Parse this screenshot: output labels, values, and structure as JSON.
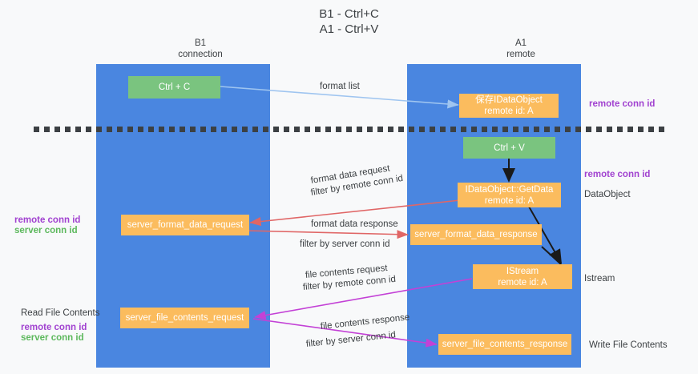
{
  "title": "B1 - Ctrl+C\nA1 - Ctrl+V",
  "columns": [
    {
      "name": "b1",
      "heading": "B1\nconnection"
    },
    {
      "name": "a1",
      "heading": "A1\nremote"
    }
  ],
  "colors": {
    "lane": "#4a86e0",
    "node_orange": "#fbbc5e",
    "node_green": "#7ac47f",
    "remote_conn_id": "#a142d0",
    "server_conn_id": "#5cb85c",
    "arrow_format_list": "#9fc5f0",
    "arrow_format_data": "#e06666",
    "arrow_file_contents": "#c341d6",
    "arrow_black": "#1a1a1a",
    "divider": "#3c4043",
    "background": "#f8f9fa"
  },
  "nodes": {
    "ctrl_c": "Ctrl + C",
    "ctrl_v": "Ctrl + V",
    "save_idataobject": "保存IDataObject\nremote id: A",
    "idataobject_getdata": "IDataObject::GetData\nremote id: A",
    "istream": "IStream\nremote id: A",
    "server_format_data_request": "server_format_data_request",
    "server_format_data_response": "server_format_data_response",
    "server_file_contents_request": "server_file_contents_request",
    "server_file_contents_response": "server_file_contents_response"
  },
  "edge_labels": {
    "format_list": "format list",
    "format_data_request": "format data request",
    "format_data_request_filter_prefix": "filter by ",
    "format_data_request_filter_key": "remote conn id",
    "format_data_response": "format data response",
    "format_data_response_filter_prefix": "filter by ",
    "format_data_response_filter_key": "server conn id",
    "file_contents_request": "file contents request",
    "file_contents_request_filter_prefix": "filter by ",
    "file_contents_request_filter_key": "remote conn id",
    "file_contents_response": "file contents response",
    "file_contents_response_filter_prefix": "filter by ",
    "file_contents_response_filter_key": "server conn id"
  },
  "annotations": {
    "right_remote_conn_id_top": "remote conn id",
    "right_remote_conn_id_mid": "remote conn id",
    "right_dataobject": "DataObject",
    "right_istream": "Istream",
    "right_write_file_contents": "Write File Contents",
    "left_remote_conn_id_mid": "remote conn id",
    "left_server_conn_id_mid": "server conn id",
    "left_read_file_contents": "Read File Contents",
    "left_remote_conn_id_bottom": "remote conn id",
    "left_server_conn_id_bottom": "server conn id"
  }
}
